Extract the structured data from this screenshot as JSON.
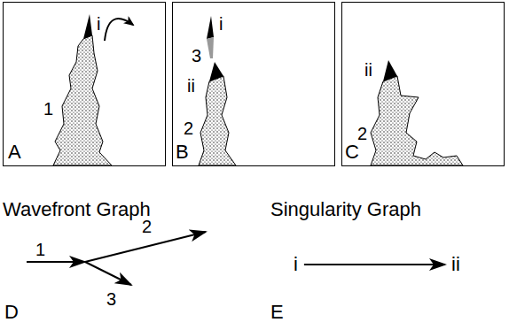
{
  "diagram": {
    "nodes": [
      {
        "text": [
          "i",
          "1",
          "A"
        ]
      },
      {
        "text": [
          "3",
          "i",
          "ii",
          "2",
          "B"
        ]
      },
      {
        "text": [
          "ii",
          "2",
          "C"
        ]
      },
      {
        "text": [
          "i"
        ]
      },
      {
        "text": [
          "ii"
        ]
      }
    ],
    "edges": [
      {
        "from": 3,
        "to": 4,
        "arrow": "to"
      }
    ],
    "labels": [
      "Wavefront Graph",
      "1",
      "2",
      "3",
      "D",
      "Singularity Graph",
      "E"
    ]
  }
}
